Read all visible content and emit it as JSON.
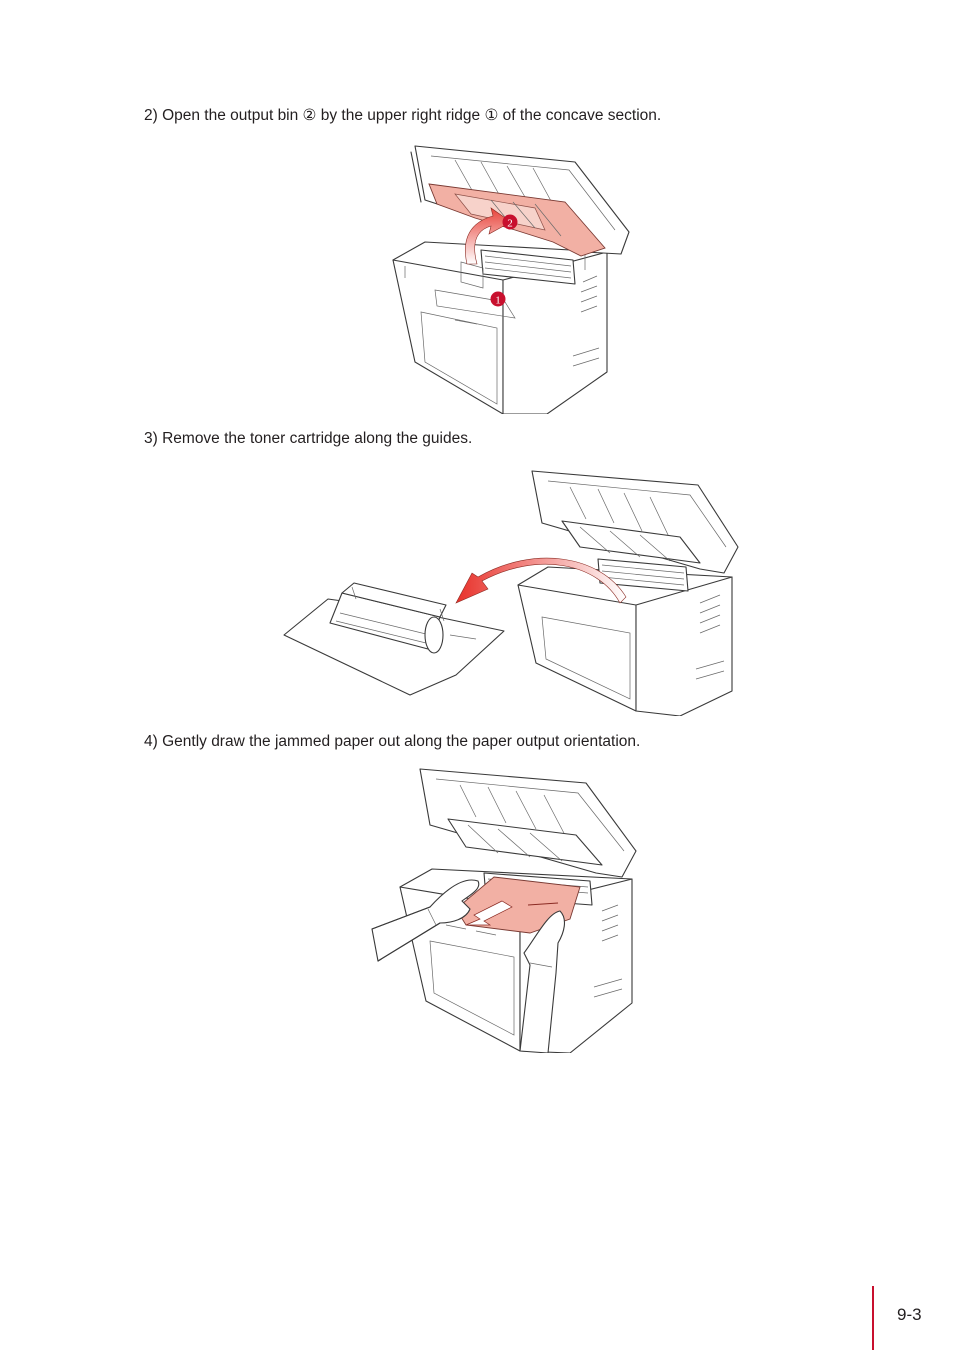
{
  "steps": {
    "step2": "2) Open the output bin ② by the upper right ridge ① of the concave section.",
    "step3": "3) Remove the toner cartridge along the guides.",
    "step4": "4) Gently draw the jammed paper out along the paper output orientation."
  },
  "callouts": {
    "ridge": "1",
    "output_bin": "2"
  },
  "page_number": "9-3",
  "colors": {
    "highlight_pink": "#f2b0a4",
    "callout_red": "#c8102e",
    "arrow_red": "#e8312a",
    "page_bar": "#c8102e"
  }
}
